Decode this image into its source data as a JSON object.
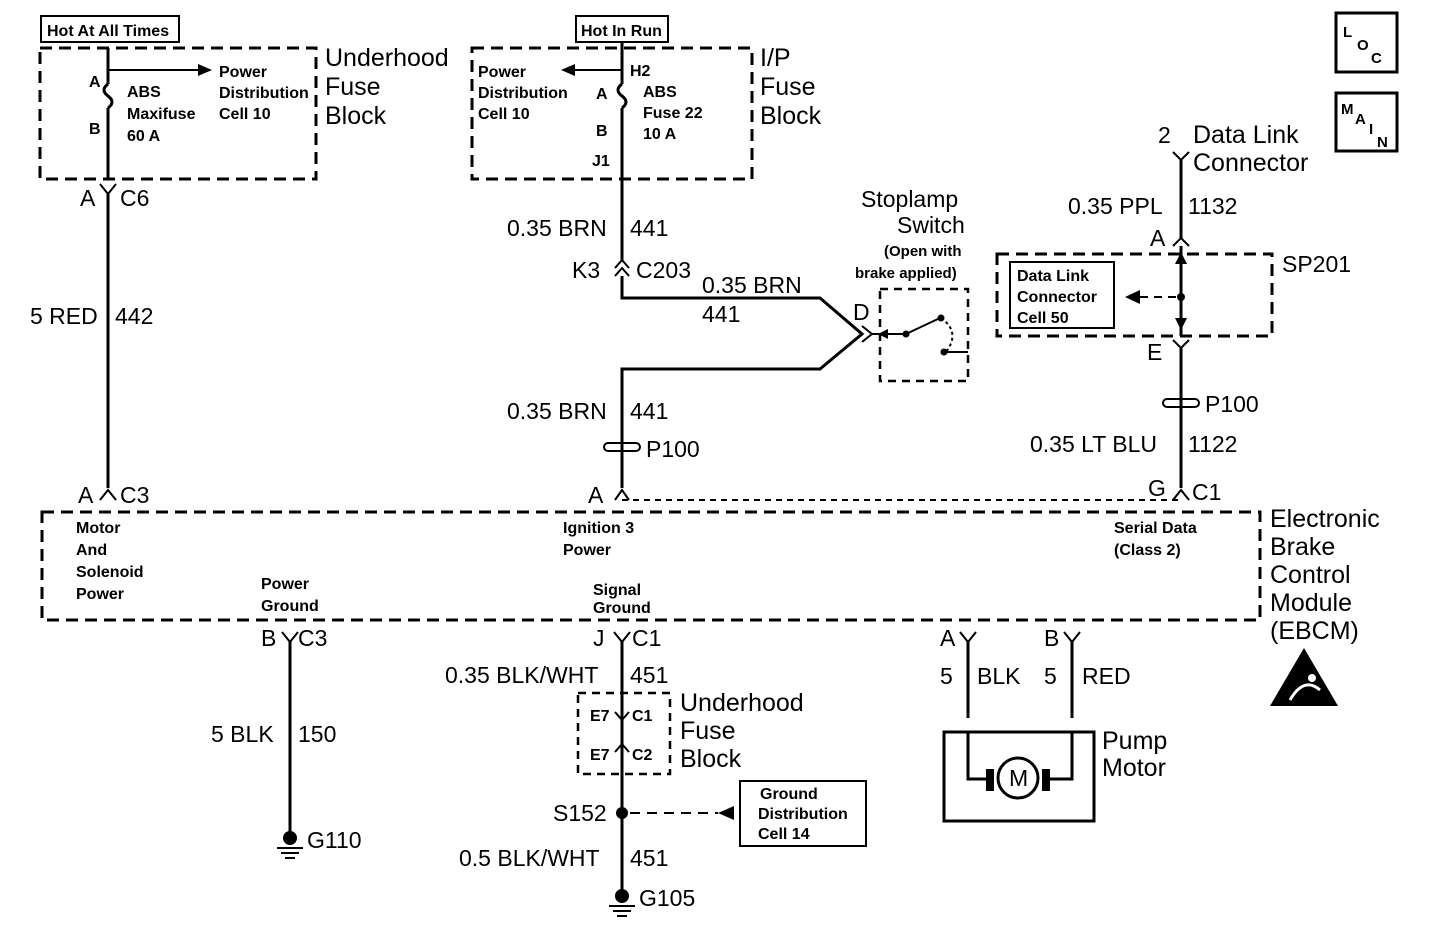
{
  "power_sources": {
    "hot_at_all_times": "Hot At All Times",
    "hot_in_run": "Hot In Run"
  },
  "underhood_fuse_block_top": {
    "label_line1": "Underhood",
    "label_line2": "Fuse",
    "label_line3": "Block",
    "pin_a": "A",
    "pin_b": "B",
    "fuse_line1": "ABS",
    "fuse_line2": "Maxifuse",
    "fuse_line3": "60 A",
    "ref_line1": "Power",
    "ref_line2": "Distribution",
    "ref_line3": "Cell 10"
  },
  "ip_fuse_block": {
    "label_line1": "I/P",
    "label_line2": "Fuse",
    "label_line3": "Block",
    "pin_h2": "H2",
    "pin_a": "A",
    "pin_b": "B",
    "pin_j1": "J1",
    "fuse_line1": "ABS",
    "fuse_line2": "Fuse 22",
    "fuse_line3": "10 A",
    "ref_line1": "Power",
    "ref_line2": "Distribution",
    "ref_line3": "Cell 10"
  },
  "loc_icon": {
    "l": "L",
    "o": "O",
    "c": "C"
  },
  "main_icon": {
    "m": "M",
    "a": "A",
    "i": "I",
    "n": "N"
  },
  "data_link_connector": {
    "pin": "2",
    "label_line1": "Data Link",
    "label_line2": "Connector",
    "wire_gauge_color": "0.35 PPL",
    "circuit": "1132"
  },
  "sp201": {
    "label": "SP201",
    "pin_a": "A",
    "pin_e": "E",
    "ref_line1": "Data Link",
    "ref_line2": "Connector",
    "ref_line3": "Cell 50"
  },
  "stoplamp_switch": {
    "label_line1": "Stoplamp",
    "label_line2": "Switch",
    "note_line1": "(Open with",
    "note_line2": "brake applied)",
    "pin_d": "D"
  },
  "wires": {
    "c6_pin": "A",
    "c6_connector": "C6",
    "red_gauge_color": "5 RED",
    "red_circuit": "442",
    "brn_top_gauge_color": "0.35 BRN",
    "brn_top_circuit": "441",
    "c203_pin": "K3",
    "c203_connector": "C203",
    "brn_mid_gauge_color": "0.35 BRN",
    "brn_mid_circuit": "441",
    "brn_low_gauge_color": "0.35 BRN",
    "brn_low_circuit": "441",
    "p100_left": "P100",
    "p100_right": "P100",
    "ltblu_gauge_color": "0.35 LT BLU",
    "ltblu_circuit": "1122"
  },
  "ebcm": {
    "label_line1": "Electronic",
    "label_line2": "Brake",
    "label_line3": "Control",
    "label_line4": "Module",
    "label_line5": "(EBCM)",
    "c3_pin": "A",
    "c3_connector": "C3",
    "ign_pin": "A",
    "c1_pin": "G",
    "c1_connector": "C1",
    "motor_line1": "Motor",
    "motor_line2": "And",
    "motor_line3": "Solenoid",
    "motor_line4": "Power",
    "ign_line1": "Ignition 3",
    "ign_line2": "Power",
    "serial_line1": "Serial Data",
    "serial_line2": "(Class 2)",
    "pg_line1": "Power",
    "pg_line2": "Ground",
    "sg_line1": "Signal",
    "sg_line2": "Ground"
  },
  "bottom": {
    "pg_pin": "B",
    "pg_connector": "C3",
    "blk_gauge_color": "5 BLK",
    "blk_circuit": "150",
    "g110": "G110",
    "sg_pin": "J",
    "sg_connector": "C1",
    "bw_gauge_color": "0.35 BLK/WHT",
    "bw_circuit": "451",
    "uh_label_line1": "Underhood",
    "uh_label_line2": "Fuse",
    "uh_label_line3": "Block",
    "e7_1": "E7",
    "c1": "C1",
    "e7_2": "E7",
    "c2": "C2",
    "s152": "S152",
    "gd_line1": "Ground",
    "gd_line2": "Distribution",
    "gd_line3": "Cell 14",
    "bw2_gauge_color": "0.5 BLK/WHT",
    "bw2_circuit": "451",
    "g105": "G105"
  },
  "pump_motor": {
    "pin_a": "A",
    "pin_b": "B",
    "blk_gauge": "5",
    "blk_color": "BLK",
    "red_gauge": "5",
    "red_color": "RED",
    "motor_symbol": "M",
    "label_line1": "Pump",
    "label_line2": "Motor"
  }
}
